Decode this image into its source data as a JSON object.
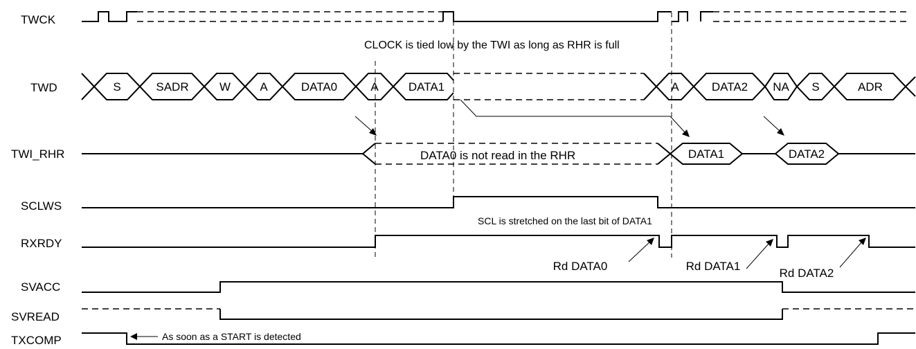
{
  "signals": {
    "twck": "TWCK",
    "twd": "TWD",
    "twi_rhr": "TWI_RHR",
    "sclws": "SCLWS",
    "rxrdy": "RXRDY",
    "svacc": "SVACC",
    "svread": "SVREAD",
    "txcomp": "TXCOMP"
  },
  "twd_segments": {
    "s1": "S",
    "sadr": "SADR",
    "w": "W",
    "a1": "A",
    "data0": "DATA0",
    "a2": "A",
    "data1": "DATA1",
    "a3": "A",
    "data2": "DATA2",
    "na": "NA",
    "s2": "S",
    "adr": "ADR"
  },
  "rhr_segments": {
    "data1": "DATA1",
    "data2": "DATA2"
  },
  "annotations": {
    "clock_tied_low": "CLOCK is tied low by the TWI as long as RHR is full",
    "data0_not_read": "DATA0 is not read in the RHR",
    "scl_stretched": "SCL is stretched on the last bit of DATA1",
    "rd_data0": "Rd DATA0",
    "rd_data1": "Rd DATA1",
    "rd_data2": "Rd DATA2",
    "start_detected": "As soon as a START is detected"
  }
}
